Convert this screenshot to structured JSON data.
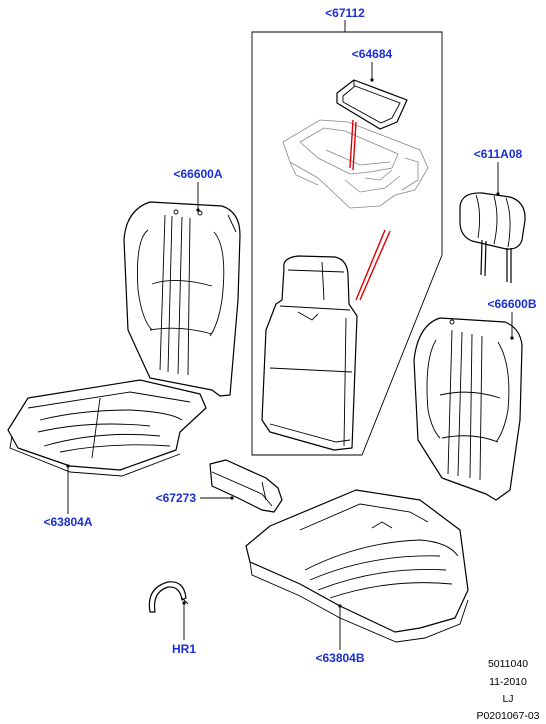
{
  "labels": {
    "inset": "<67112",
    "console_box": "<64684",
    "headrest": "<611A08",
    "backrest_left": "<66600A",
    "backrest_right": "<66600B",
    "cushion_left": "<63804A",
    "cushion_right": "<63804B",
    "trim_panel": "<67273",
    "clip": "HR1"
  },
  "footer": {
    "code1": "5011040",
    "date": "11-2010",
    "initials": "LJ",
    "ref": "P0201067-03"
  },
  "colors": {
    "callout": "#1a2fd6",
    "highlight": "#e00000"
  }
}
